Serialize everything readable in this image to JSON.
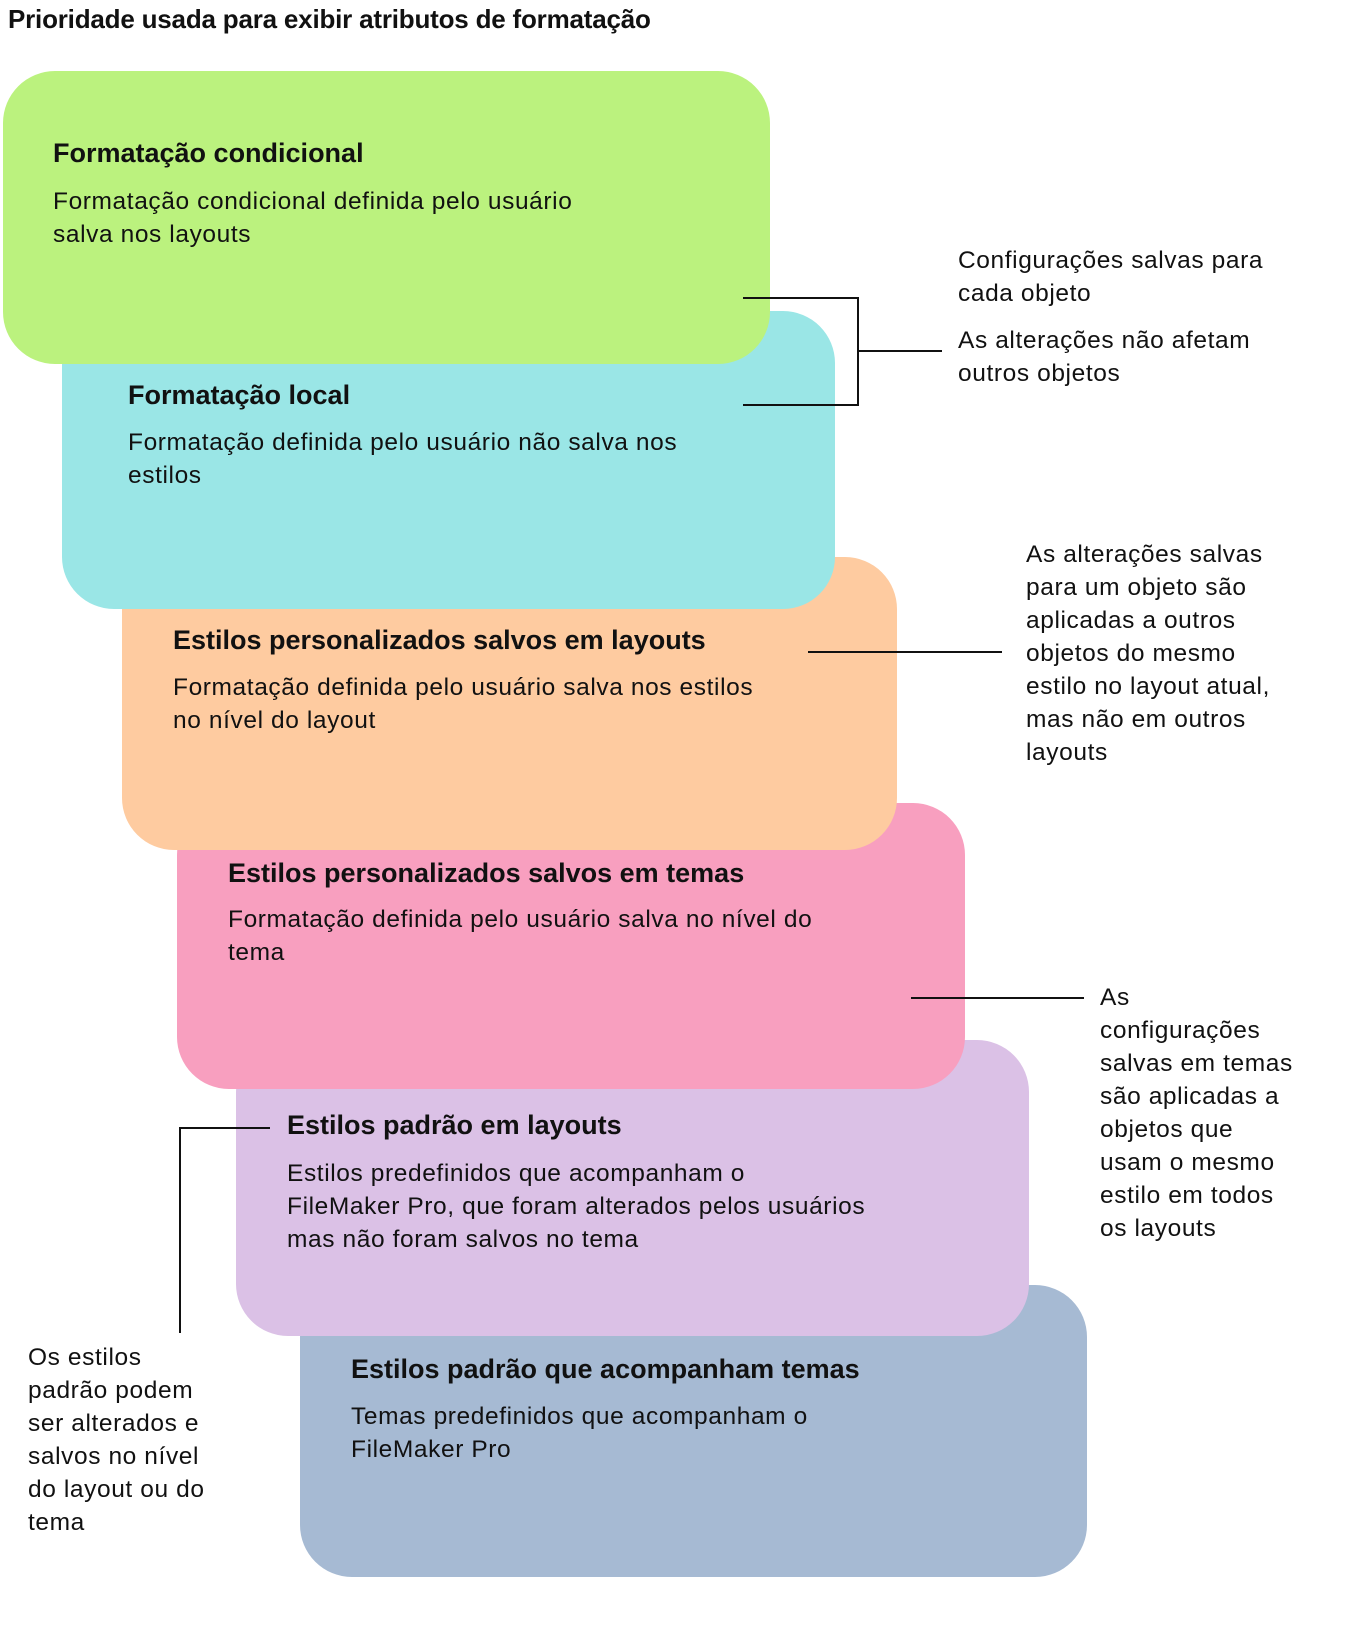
{
  "title": "Prioridade usada para exibir atributos de formatação",
  "colors": {
    "green": "#bbf27e",
    "cyan": "#9ae6e6",
    "orange": "#fecba0",
    "pink": "#f89fbf",
    "lavender": "#dbc1e6",
    "blue": "#a6bad3"
  },
  "boxes": [
    {
      "heading": "Formatação condicional",
      "lines": [
        "Formatação condicional definida pelo usuário",
        "salva nos layouts"
      ]
    },
    {
      "heading": "Formatação local",
      "lines": [
        "Formatação definida pelo usuário não salva nos",
        "estilos"
      ]
    },
    {
      "heading": "Estilos personalizados salvos em layouts",
      "lines": [
        "Formatação definida pelo usuário salva nos estilos",
        "no nível do layout"
      ]
    },
    {
      "heading": "Estilos personalizados salvos em temas",
      "lines": [
        "Formatação definida pelo usuário salva no nível do",
        "tema"
      ]
    },
    {
      "heading": "Estilos padrão em layouts",
      "lines": [
        "Estilos predefinidos que acompanham o",
        "FileMaker Pro, que foram alterados pelos usuários",
        "mas não foram salvos no tema"
      ]
    },
    {
      "heading": "Estilos padrão que acompanham temas",
      "lines": [
        "Temas predefinidos que acompanham o",
        "FileMaker Pro"
      ]
    }
  ],
  "notes": {
    "object": [
      "Configurações salvas para",
      "cada objeto"
    ],
    "object2": [
      "As alterações não afetam",
      "outros objetos"
    ],
    "layout": [
      "As alterações salvas",
      "para um objeto são",
      "aplicadas a outros",
      "objetos do mesmo",
      "estilo no layout atual,",
      "mas não em outros",
      "layouts"
    ],
    "theme": [
      "As",
      "configurações",
      "salvas em temas",
      "são aplicadas a",
      "objetos que",
      "usam o mesmo",
      "estilo em todos",
      "os layouts"
    ],
    "default": [
      "Os estilos",
      "padrão podem",
      "ser alterados e",
      "salvos no nível",
      "do layout ou do",
      "tema"
    ]
  }
}
